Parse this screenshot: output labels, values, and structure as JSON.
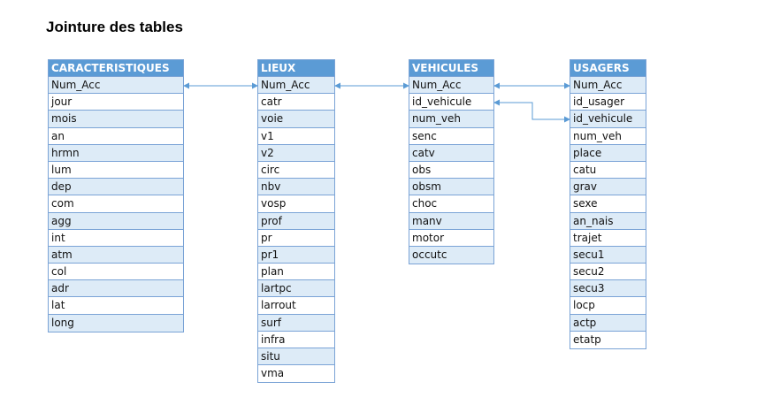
{
  "title": "Jointure des tables",
  "colors": {
    "header": "#5b9bd5",
    "row_alt": "#ddebf7",
    "border": "#7aa3d6",
    "link": "#5b9bd5"
  },
  "tables": {
    "caracteristiques": {
      "name": "CARACTERISTIQUES",
      "fields": [
        "Num_Acc",
        "jour",
        "mois",
        "an",
        "hrmn",
        "lum",
        "dep",
        "com",
        "agg",
        "int",
        "atm",
        "col",
        "adr",
        "lat",
        "long"
      ]
    },
    "lieux": {
      "name": "LIEUX",
      "fields": [
        "Num_Acc",
        "catr",
        "voie",
        "v1",
        "v2",
        "circ",
        "nbv",
        "vosp",
        "prof",
        "pr",
        "pr1",
        "plan",
        "lartpc",
        "larrout",
        "surf",
        "infra",
        "situ",
        "vma"
      ]
    },
    "vehicules": {
      "name": "VEHICULES",
      "fields": [
        "Num_Acc",
        "id_vehicule",
        "num_veh",
        "senc",
        "catv",
        "obs",
        "obsm",
        "choc",
        "manv",
        "motor",
        "occutc"
      ]
    },
    "usagers": {
      "name": "USAGERS",
      "fields": [
        "Num_Acc",
        "id_usager",
        "id_vehicule",
        "num_veh",
        "place",
        "catu",
        "grav",
        "sexe",
        "an_nais",
        "trajet",
        "secu1",
        "secu2",
        "secu3",
        "locp",
        "actp",
        "etatp"
      ]
    }
  },
  "joins": [
    {
      "from": "caracteristiques.Num_Acc",
      "to": "lieux.Num_Acc"
    },
    {
      "from": "lieux.Num_Acc",
      "to": "vehicules.Num_Acc"
    },
    {
      "from": "vehicules.Num_Acc",
      "to": "usagers.Num_Acc"
    },
    {
      "from": "vehicules.id_vehicule",
      "to": "usagers.id_vehicule"
    }
  ]
}
